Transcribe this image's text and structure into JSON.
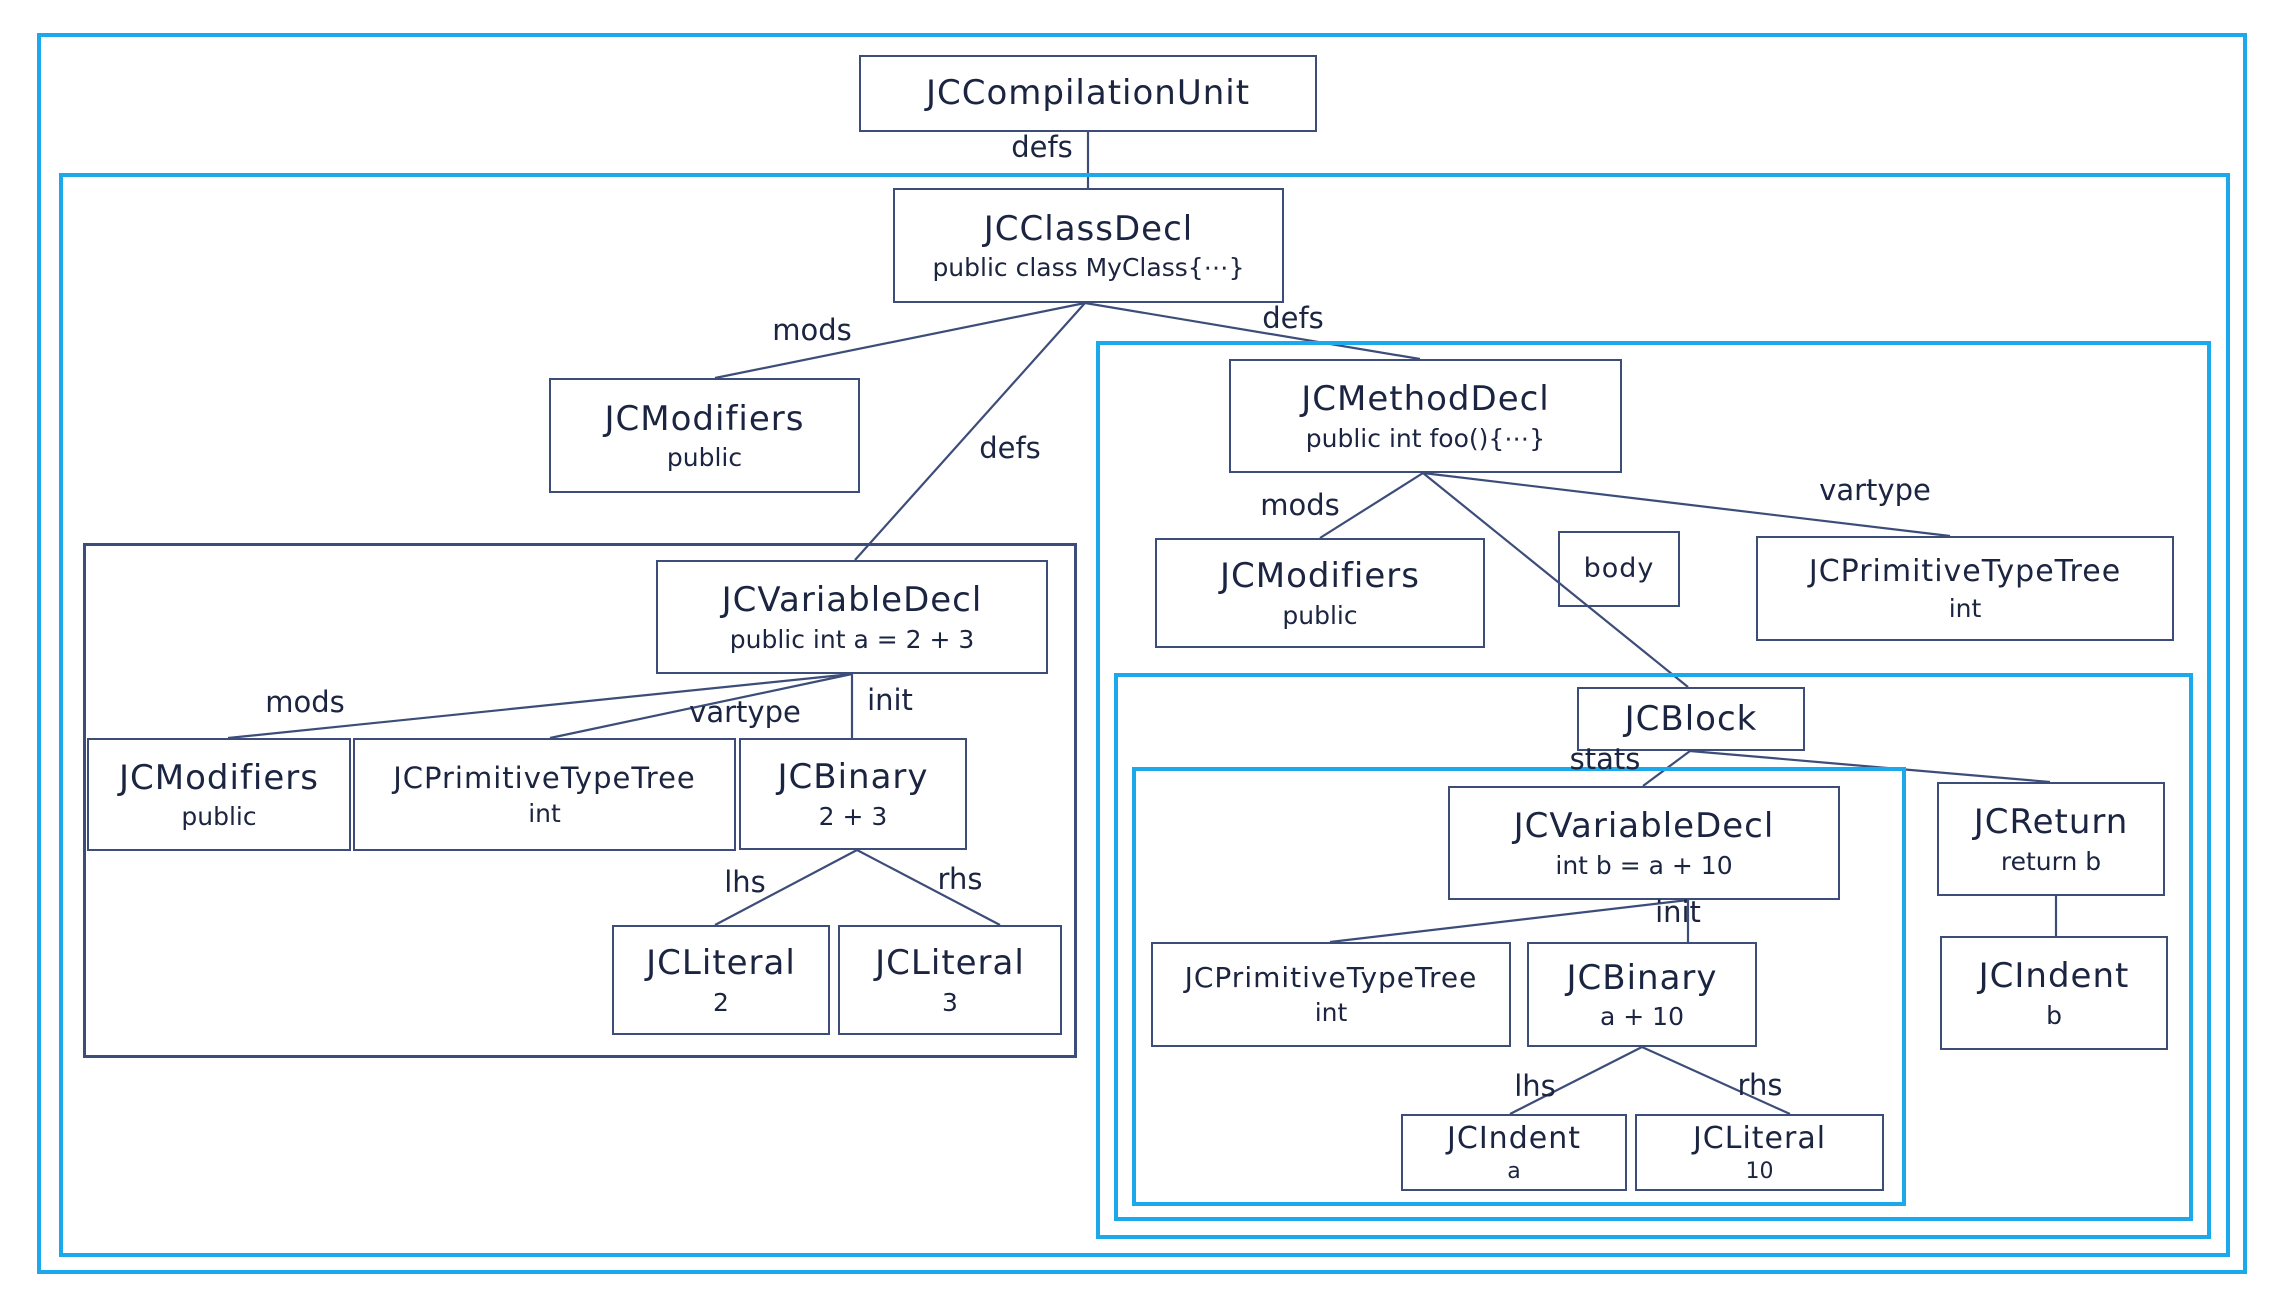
{
  "nodes": {
    "compilation_unit": {
      "title": "JCCompilationUnit"
    },
    "class_decl": {
      "title": "JCClassDecl",
      "subtitle": "public class MyClass{⋯}"
    },
    "modifiers_class": {
      "title": "JCModifiers",
      "subtitle": "public"
    },
    "var_decl_a": {
      "title": "JCVariableDecl",
      "subtitle": "public int a = 2 + 3"
    },
    "modifiers_var_a": {
      "title": "JCModifiers",
      "subtitle": "public"
    },
    "prim_type_a": {
      "title": "JCPrimitiveTypeTree",
      "subtitle": "int"
    },
    "binary_a": {
      "title": "JCBinary",
      "subtitle": "2 + 3"
    },
    "literal_2": {
      "title": "JCLiteral",
      "subtitle": "2"
    },
    "literal_3": {
      "title": "JCLiteral",
      "subtitle": "3"
    },
    "method_decl": {
      "title": "JCMethodDecl",
      "subtitle": "public int foo(){⋯}"
    },
    "modifiers_method": {
      "title": "JCModifiers",
      "subtitle": "public"
    },
    "body_box": {
      "title": "body"
    },
    "prim_type_method": {
      "title": "JCPrimitiveTypeTree",
      "subtitle": "int"
    },
    "block": {
      "title": "JCBlock"
    },
    "var_decl_b": {
      "title": "JCVariableDecl",
      "subtitle": "int b = a + 10"
    },
    "prim_type_b": {
      "title": "JCPrimitiveTypeTree",
      "subtitle": "int"
    },
    "binary_b": {
      "title": "JCBinary",
      "subtitle": "a + 10"
    },
    "indent_a": {
      "title": "JCIndent",
      "subtitle": "a"
    },
    "literal_10": {
      "title": "JCLiteral",
      "subtitle": "10"
    },
    "return_node": {
      "title": "JCReturn",
      "subtitle": "return b"
    },
    "indent_b": {
      "title": "JCIndent",
      "subtitle": "b"
    }
  },
  "edge_labels": {
    "defs_top": "defs",
    "mods_class": "mods",
    "defs_var": "defs",
    "defs_method": "defs",
    "mods_var_a": "mods",
    "vartype_var_a": "vartype",
    "init_var_a": "init",
    "lhs_a": "lhs",
    "rhs_a": "rhs",
    "mods_method": "mods",
    "vartype_method": "vartype",
    "stats": "stats",
    "init_var_b": "init",
    "lhs_b": "lhs",
    "rhs_b": "rhs"
  },
  "colors": {
    "container_accent": "#1ba9ec",
    "node_border": "#3d4d79",
    "text": "#1b2440"
  }
}
